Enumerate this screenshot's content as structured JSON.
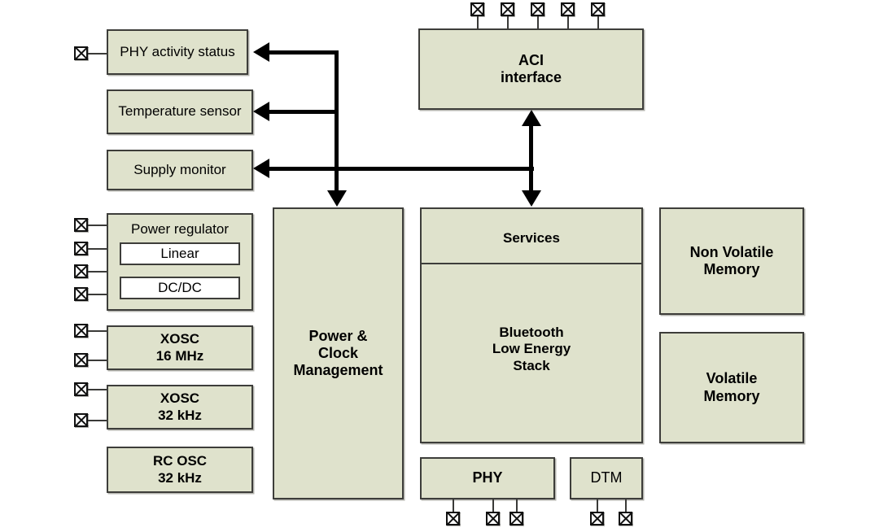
{
  "diagram": {
    "title": "Bluetooth Low Energy SoC block diagram",
    "fill_color": "#dfe2cc",
    "subbox_color": "#ffffff",
    "border_color": "#3d3d3a",
    "line_color": "#000000"
  },
  "blocks": {
    "phy_activity_status": "PHY activity status",
    "temperature_sensor": "Temperature sensor",
    "supply_monitor": "Supply monitor",
    "power_regulator": "Power regulator",
    "power_regulator_linear": "Linear",
    "power_regulator_dcdc": "DC/DC",
    "xosc_16mhz_line1": "XOSC",
    "xosc_16mhz_line2": "16 MHz",
    "xosc_32khz_line1": "XOSC",
    "xosc_32khz_line2": "32 kHz",
    "rc_osc_32khz_line1": "RC OSC",
    "rc_osc_32khz_line2": "32 kHz",
    "power_clock_management_line1": "Power &",
    "power_clock_management_line2": "Clock",
    "power_clock_management_line3": "Management",
    "aci_interface_line1": "ACI",
    "aci_interface_line2": "interface",
    "services": "Services",
    "ble_stack_line1": "Bluetooth",
    "ble_stack_line2": "Low Energy",
    "ble_stack_line3": "Stack",
    "phy": "PHY",
    "dtm": "DTM",
    "non_volatile_memory_line1": "Non Volatile",
    "non_volatile_memory_line2": "Memory",
    "volatile_memory_line1": "Volatile",
    "volatile_memory_line2": "Memory"
  },
  "pins": {
    "icon": "crossed-box-pin",
    "aci_count": 5,
    "power_regulator_count": 4,
    "xosc_16mhz_count": 2,
    "xosc_32khz_count": 2,
    "phy_activity_count": 1,
    "phy_count": 3,
    "dtm_count": 2
  },
  "connections": [
    {
      "from": "bus-trunk",
      "to": "phy_activity_status",
      "style": "arrow-left"
    },
    {
      "from": "bus-trunk",
      "to": "temperature_sensor",
      "style": "arrow-left"
    },
    {
      "from": "bus-trunk",
      "to": "supply_monitor",
      "style": "arrow-left"
    },
    {
      "from": "bus-trunk",
      "to": "power_clock_management",
      "style": "arrow-down"
    },
    {
      "from": "ble_stack",
      "to": "aci_interface",
      "style": "double-arrow-vertical"
    }
  ]
}
